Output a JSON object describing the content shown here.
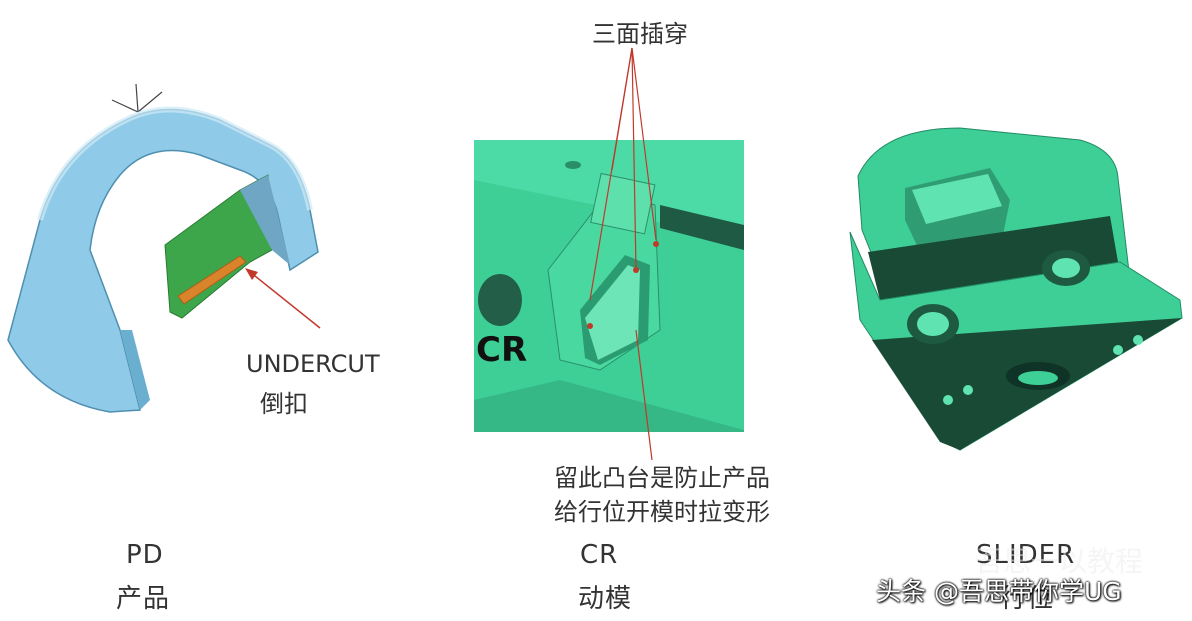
{
  "labels": {
    "top_note": "三面插穿",
    "undercut_en": "UNDERCUT",
    "undercut_cn": "倒扣",
    "cr_tag": "CR",
    "boss_note_1": "留此凸台是防止产品",
    "boss_note_2": "给行位开模时拉变形",
    "pd": "PD",
    "pd_cn": "产品",
    "cr": "CR",
    "cr_cn": "动模",
    "slider": "SLIDER",
    "slider_cn": "行位"
  },
  "watermark": {
    "text": "头条 @吾思带你学UG",
    "faint": "吾思一以教程"
  },
  "colors": {
    "product_blue": "#8fcbe8",
    "undercut_green": "#3ea64a",
    "mold_green": "#3ecf97",
    "slider_dark": "#184a36",
    "arrow_red": "#c0392b"
  }
}
